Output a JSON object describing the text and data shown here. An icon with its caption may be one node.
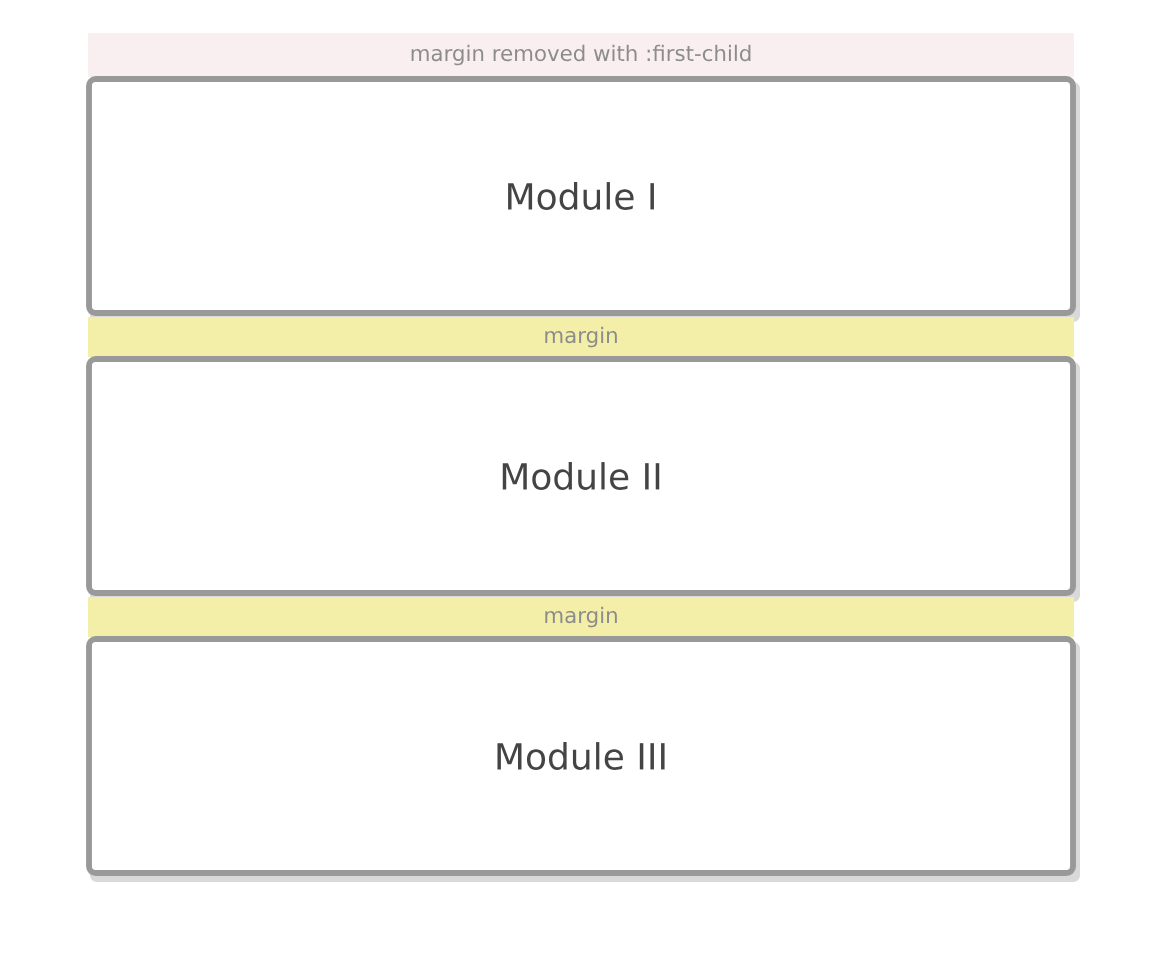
{
  "diagram": {
    "nodes": [
      {
        "text": [
          "margin removed with :first-child"
        ]
      },
      {
        "text": [
          "Module I"
        ]
      },
      {
        "text": [
          "margin"
        ]
      },
      {
        "text": [
          "Module II"
        ]
      },
      {
        "text": [
          "margin"
        ]
      },
      {
        "text": [
          "Module III"
        ]
      }
    ]
  }
}
